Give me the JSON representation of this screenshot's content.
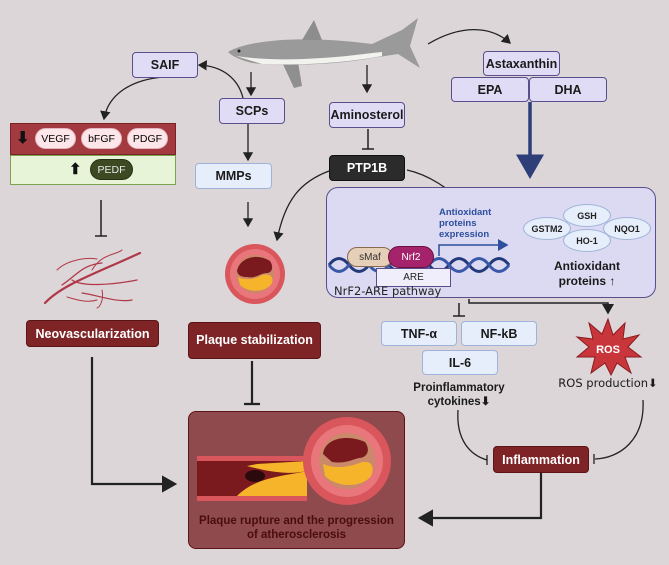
{
  "nodes": {
    "saif": "SAIF",
    "scps": "SCPs",
    "mmps": "MMPs",
    "aminosterol": "Aminosterol",
    "ptp1b": "PTP1B",
    "astaxanthin": "Astaxanthin",
    "epa": "EPA",
    "dha": "DHA"
  },
  "growth_factors": {
    "down": [
      "VEGF",
      "bFGF",
      "PDGF"
    ],
    "up": [
      "PEDF"
    ],
    "down_arrow": "⬇",
    "up_arrow": "⬆"
  },
  "nrf2_panel": {
    "smaf": "sMaf",
    "nrf2": "Nrf2",
    "are": "ARE",
    "pathway_label": "NrF2-ARE pathway",
    "expression_label": "Antioxidant proteins expression",
    "proteins": [
      "GSH",
      "GSTM2",
      "NQO1",
      "HO-1"
    ],
    "proteins_label": "Antioxidant proteins ↑"
  },
  "cytokines": {
    "items": [
      "TNF-α",
      "NF-kB",
      "IL-6"
    ],
    "label": "Proinflammatory cytokines⬇"
  },
  "ros": {
    "badge": "ROS",
    "label": "ROS production⬇"
  },
  "outcomes": {
    "neovascularization": "Neovascularization",
    "plaque_stabilization": "Plaque stabilization",
    "inflammation": "Inflammation",
    "final": "Plaque rupture and the progression of atherosclerosis"
  },
  "colors": {
    "background": "#dcd6d8",
    "lavender": "#e0dcf5",
    "maroon": "#7e2426",
    "nrf2_magenta": "#a4236a",
    "pathway_blue": "#2d4f9e",
    "ros_red": "#c8363c"
  }
}
